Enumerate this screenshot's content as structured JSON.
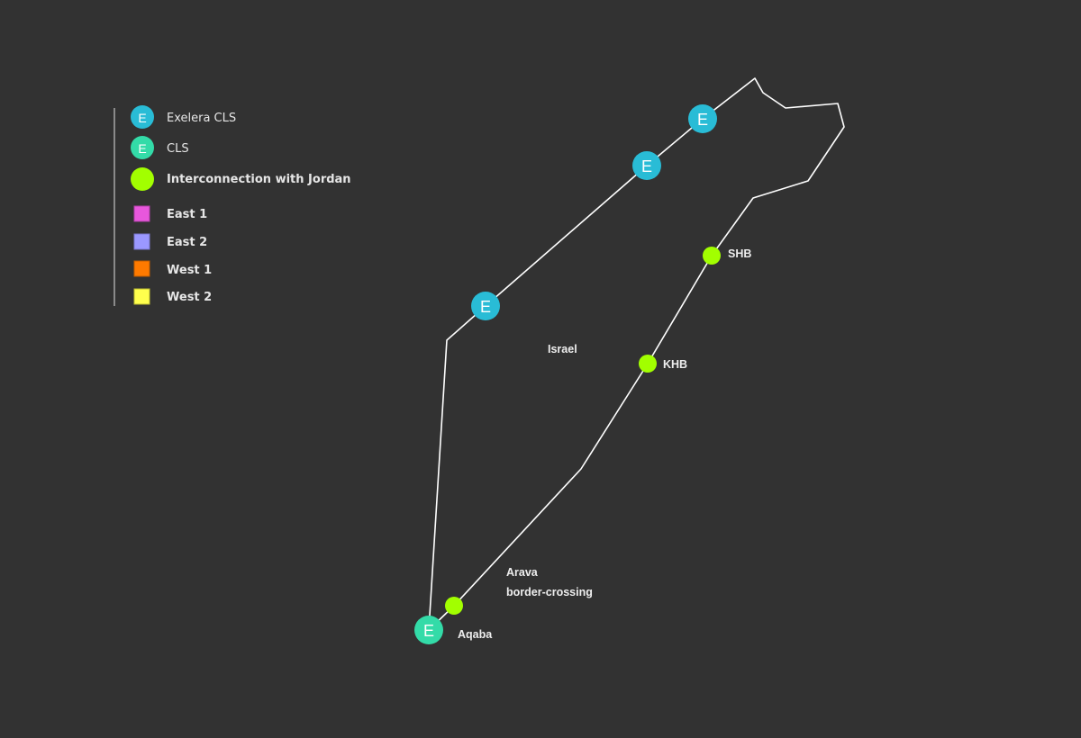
{
  "legend": {
    "items": [
      {
        "label": "Exelera CLS",
        "type": "circle-letter",
        "letter": "E",
        "color": "#29bcd6"
      },
      {
        "label": "CLS",
        "type": "circle-letter",
        "letter": "E",
        "color": "#33dba8"
      },
      {
        "label": "Interconnection with Jordan",
        "type": "circle",
        "color": "#a2ff00"
      },
      {
        "label": "East 1",
        "type": "square",
        "color": "#e857dc"
      },
      {
        "label": "East 2",
        "type": "square",
        "color": "#9b98ff"
      },
      {
        "label": "West 1",
        "type": "square",
        "color": "#ff7a00"
      },
      {
        "label": "West 2",
        "type": "square",
        "color": "#ffff4d"
      }
    ]
  },
  "map": {
    "region_label": "Israel",
    "exelera_letter": "E",
    "cls_letter": "E",
    "labels": {
      "shb": "SHB",
      "khb": "KHB",
      "arava_line1": "Arava",
      "arava_line2": "border-crossing",
      "aqaba": "Aqaba"
    }
  }
}
